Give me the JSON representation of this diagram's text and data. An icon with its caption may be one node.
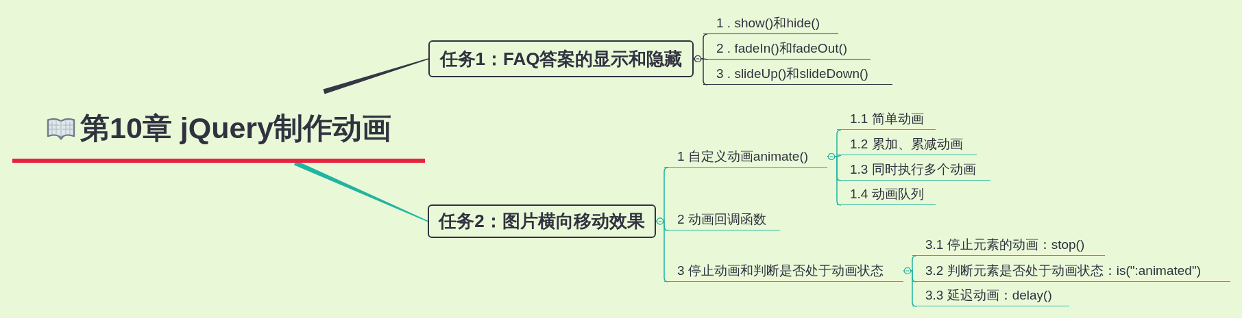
{
  "diagram": {
    "nodes": [
      {
        "text": [
          "第10章 jQuery制作动画"
        ]
      },
      {
        "text": [
          "任务1：FAQ答案的显示和隐藏"
        ]
      },
      {
        "text": [
          "1 . show()和hide()"
        ]
      },
      {
        "text": [
          "2 . fadeIn()和fadeOut()"
        ]
      },
      {
        "text": [
          "3 . slideUp()和slideDown()"
        ]
      },
      {
        "text": [
          "任务2：图片横向移动效果"
        ]
      },
      {
        "text": [
          "1 自定义动画animate()"
        ]
      },
      {
        "text": [
          "1.1 简单动画"
        ]
      },
      {
        "text": [
          "1.2 累加、累减动画"
        ]
      },
      {
        "text": [
          "1.3 同时执行多个动画"
        ]
      },
      {
        "text": [
          "1.4 动画队列"
        ]
      },
      {
        "text": [
          "2 动画回调函数"
        ]
      },
      {
        "text": [
          "3 停止动画和判断是否处于动画状态"
        ]
      },
      {
        "text": [
          "3.1 停止元素的动画：stop()"
        ]
      },
      {
        "text": [
          "3.2 判断元素是否处于动画状态：is(\":animated\")"
        ]
      },
      {
        "text": [
          "3.3 延迟动画：delay()"
        ]
      }
    ],
    "edges": [
      {
        "from": 0,
        "to": 1,
        "arrow": "none",
        "style": "thick",
        "color": "#353744"
      },
      {
        "from": 1,
        "to": 2,
        "arrow": "other",
        "color": "#353744"
      },
      {
        "from": 1,
        "to": 3,
        "arrow": "other",
        "color": "#353744"
      },
      {
        "from": 1,
        "to": 4,
        "arrow": "other",
        "color": "#353744"
      },
      {
        "from": 0,
        "to": 5,
        "arrow": "none",
        "style": "thick"
      },
      {
        "from": 5,
        "to": 6,
        "arrow": "other"
      },
      {
        "from": 6,
        "to": 7,
        "arrow": "other"
      },
      {
        "from": 6,
        "to": 8,
        "arrow": "other"
      },
      {
        "from": 6,
        "to": 9,
        "arrow": "other"
      },
      {
        "from": 6,
        "to": 10,
        "arrow": "other"
      },
      {
        "from": 5,
        "to": 11,
        "arrow": "other"
      },
      {
        "from": 5,
        "to": 12,
        "arrow": "other"
      },
      {
        "from": 12,
        "to": 13,
        "arrow": "other"
      },
      {
        "from": 12,
        "to": 14,
        "arrow": "other"
      },
      {
        "from": 12,
        "to": 15,
        "arrow": "other"
      }
    ]
  }
}
